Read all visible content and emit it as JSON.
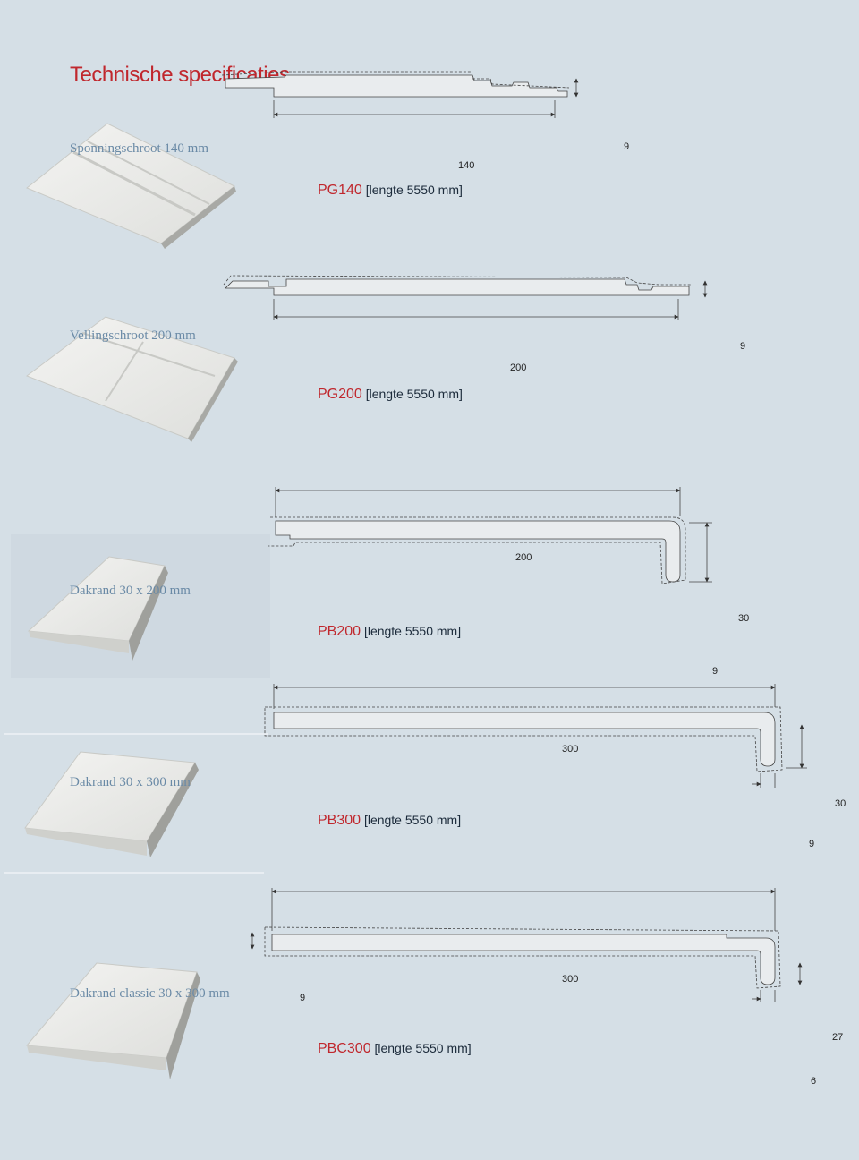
{
  "page": {
    "title": "Technische specificaties"
  },
  "products": [
    {
      "name": "Sponningschroot  140 mm",
      "code": "PG140",
      "spec": "[lengte  5550 mm]",
      "width_label": "140",
      "thickness_label": "9"
    },
    {
      "name": "Vellingschroot  200 mm",
      "code": "PG200",
      "spec": "[lengte  5550 mm]",
      "width_label": "200",
      "thickness_label": "9"
    },
    {
      "name": "Dakrand 30 x 200    mm",
      "code": "PB200",
      "spec": "[lengte  5550 mm]",
      "width_label": "200",
      "height_label": "30",
      "thickness_label": "9"
    },
    {
      "name": "Dakrand 30 x 300    mm",
      "code": "PB300",
      "spec": "[lengte  5550 mm]",
      "width_label": "300",
      "height_label": "30",
      "thickness_label": "9"
    },
    {
      "name": "Dakrand classic 30 x 300    mm",
      "code": "PBC300",
      "spec": "[lengte  5550 mm]",
      "width_label": "300",
      "height_label": "27",
      "thickness_label": "9",
      "lip_label": "6"
    }
  ]
}
